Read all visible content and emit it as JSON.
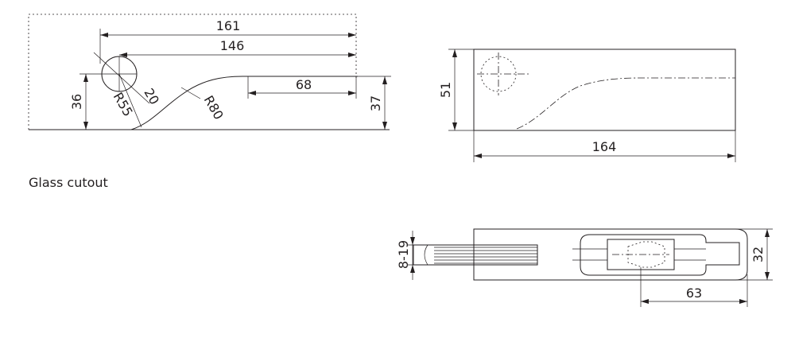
{
  "caption": "Glass cutout",
  "cutout_view": {
    "dims": {
      "overall_length": "161",
      "hole_center_length": "146",
      "flat_length": "68",
      "hole_height": "36",
      "right_height": "37",
      "hole_diameter": "20",
      "radius_small": "R55",
      "radius_large": "R80"
    }
  },
  "side_view": {
    "dims": {
      "height": "51",
      "length": "164"
    }
  },
  "top_view": {
    "dims": {
      "glass_thickness": "8-19",
      "depth": "32",
      "slot_length": "63"
    }
  }
}
